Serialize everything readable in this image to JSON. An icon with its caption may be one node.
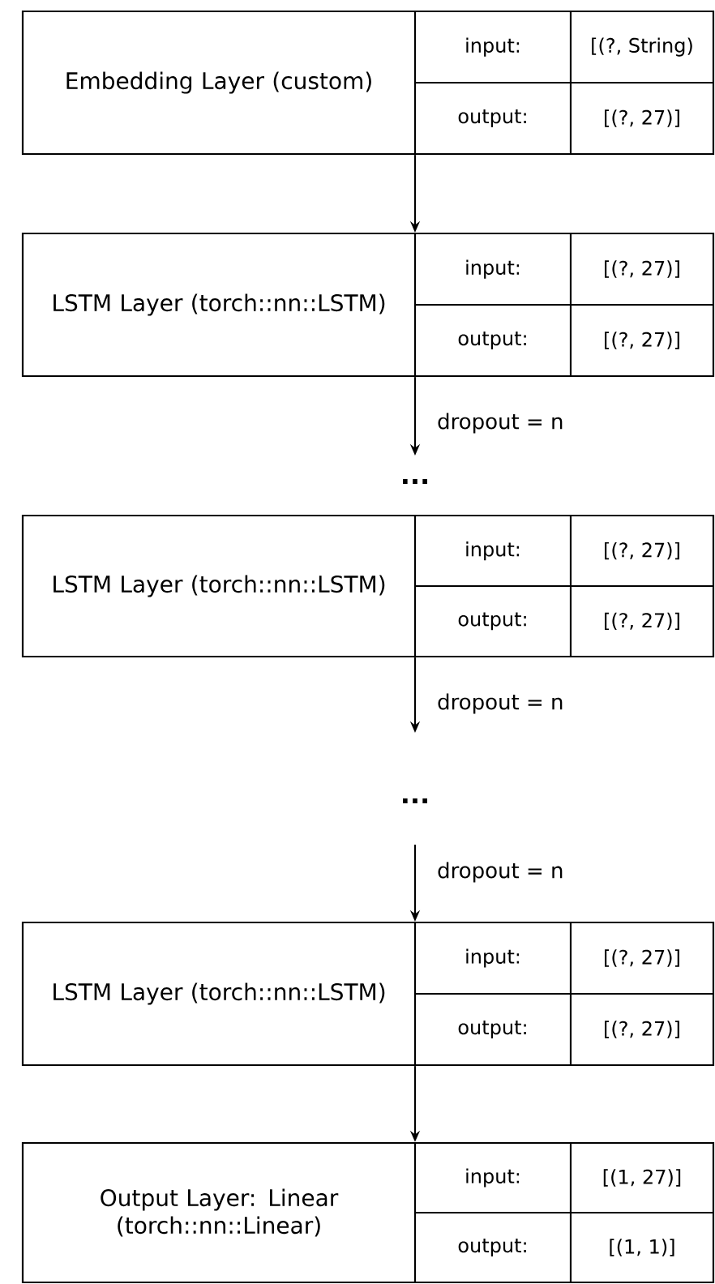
{
  "diagram": {
    "nodes": [
      {
        "text": [
          "Embedding Layer (custom)",
          "input:",
          "[(?, String)",
          "output:",
          "[(?, 27)]"
        ]
      },
      {
        "text": [
          "LSTM Layer (torch::nn::LSTM)",
          "input:",
          "[(?, 27)]",
          "output:",
          "[(?, 27)]"
        ]
      },
      {
        "text": [
          "LSTM Layer (torch::nn::LSTM)",
          "input:",
          "[(?, 27)]",
          "output:",
          "[(?, 27)]"
        ]
      },
      {
        "text": [
          "LSTM Layer (torch::nn::LSTM)",
          "input:",
          "[(?, 27)]",
          "output:",
          "[(?, 27)]"
        ]
      },
      {
        "text": [
          "Output Layer: Linear (torch::nn::Linear)",
          "input:",
          "[(1, 27)]",
          "output:",
          "[(1, 1)]"
        ]
      }
    ],
    "edges": [
      {
        "from": 0,
        "to": 1,
        "arrow": "to"
      },
      {
        "from": 1,
        "to": null,
        "arrow": "to",
        "label": "dropout = n"
      },
      {
        "from": 2,
        "to": null,
        "arrow": "to",
        "label": "dropout = n"
      },
      {
        "from": null,
        "to": 3,
        "arrow": "to",
        "label": "dropout = n"
      },
      {
        "from": 3,
        "to": 4,
        "arrow": "to"
      }
    ],
    "labels": [
      "...",
      "..."
    ]
  }
}
